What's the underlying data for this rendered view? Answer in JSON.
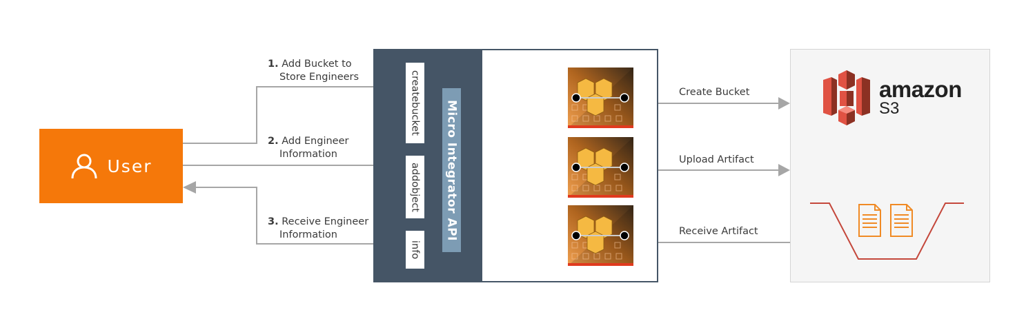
{
  "user": {
    "label": "User",
    "icon": "user-icon",
    "color": "#f5780a"
  },
  "steps": [
    {
      "number": "1.",
      "line1": "Add Bucket to",
      "line2": "Store Engineers"
    },
    {
      "number": "2.",
      "line1": "Add Engineer",
      "line2": "Information"
    },
    {
      "number": "3.",
      "line1": "Receive Engineer",
      "line2": "Information"
    }
  ],
  "micro_integrator": {
    "title": "Micro Integrator API",
    "panel_color": "#455566",
    "api_color": "#7d9cb4",
    "resources": [
      "createbucket",
      "addobject",
      "info"
    ]
  },
  "connectors": [
    {
      "icon": "aws-connector-icon"
    },
    {
      "icon": "aws-connector-icon"
    },
    {
      "icon": "aws-connector-icon"
    }
  ],
  "flows": [
    "Create Bucket",
    "Upload Artifact",
    "Receive Artifact"
  ],
  "s3": {
    "brand": "amazon",
    "service": "S3",
    "icon": "amazon-s3-icon",
    "bucket_icon": "bucket-icon",
    "files": [
      "document-icon",
      "document-icon"
    ]
  },
  "colors": {
    "line": "#a6a6a6",
    "s3_red": "#e05243",
    "doc_orange": "#f08a24"
  }
}
